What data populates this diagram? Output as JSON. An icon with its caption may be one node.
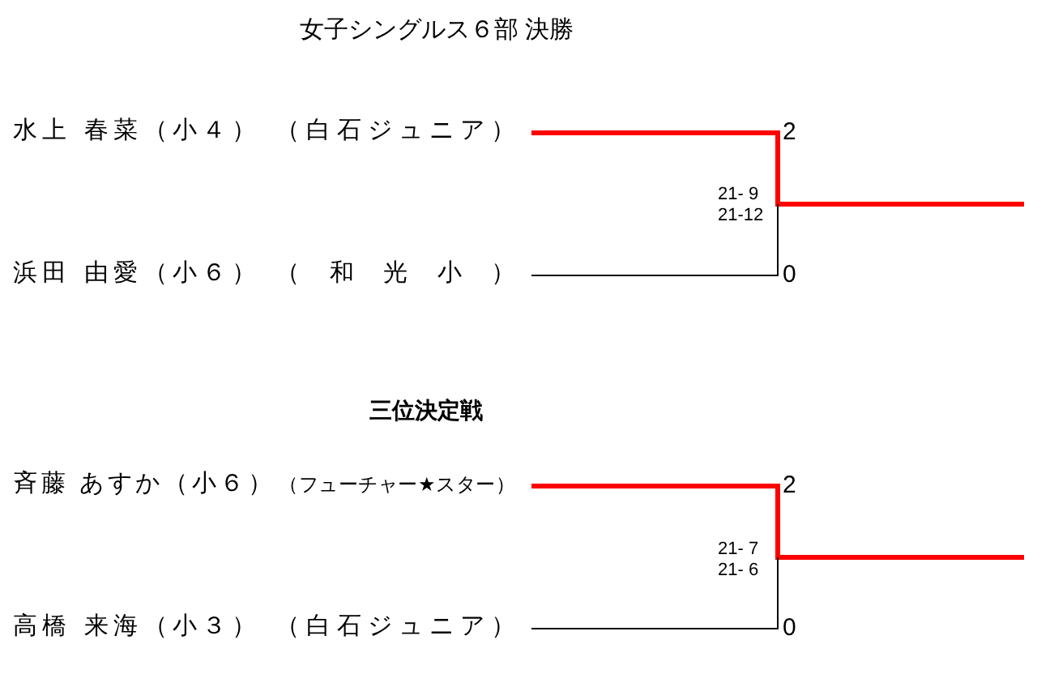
{
  "diagram": {
    "title": "女子シングルス６部 決勝",
    "nodes": [
      {
        "text": [
          "水上 春菜（小４）",
          "（白石ジュニア）"
        ]
      },
      {
        "text": [
          "浜田 由愛（小６）",
          "（和光小）"
        ]
      },
      {
        "text": [
          "斉藤 あすか（小６）",
          "（フューチャー★スター）"
        ]
      },
      {
        "text": [
          "高橋 来海（小３）",
          "（白石ジュニア）"
        ]
      }
    ],
    "edges": [
      {
        "from": 0,
        "to": null,
        "arrow": "none",
        "label": "2",
        "style": "thick",
        "color": "#ff0000"
      },
      {
        "from": 1,
        "to": null,
        "arrow": "none",
        "label": "0",
        "color": "#000000"
      },
      {
        "from": 2,
        "to": null,
        "arrow": "none",
        "label": "2",
        "style": "thick",
        "color": "#ff0000"
      },
      {
        "from": 3,
        "to": null,
        "arrow": "none",
        "label": "0",
        "color": "#000000"
      }
    ],
    "labels": [
      "21- 9",
      "21-12",
      "三位決定戦",
      "21- 7",
      "21- 6"
    ]
  }
}
